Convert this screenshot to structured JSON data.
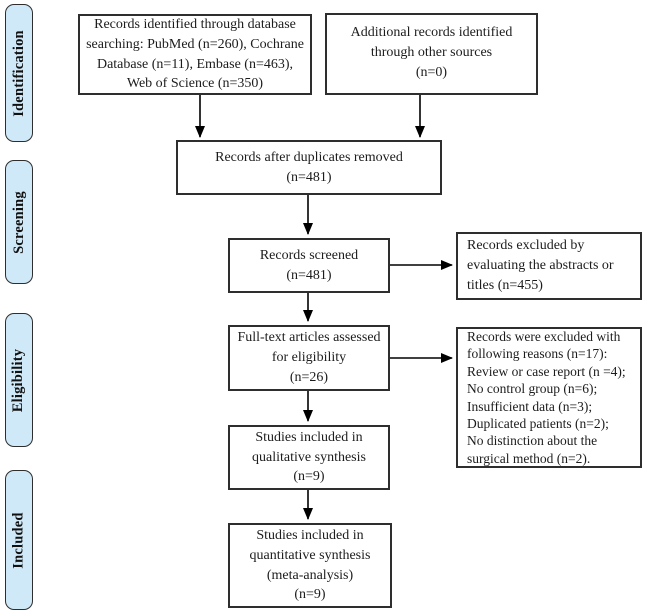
{
  "figure": {
    "type": "PRISMA flow diagram",
    "stages": [
      {
        "label": "Identification"
      },
      {
        "label": "Screening"
      },
      {
        "label": "Eligibility"
      },
      {
        "label": "Included"
      }
    ],
    "boxes": [
      {
        "id": "records-identified",
        "text": "Records identified through database\nsearching: PubMed (n=260), Cochrane\nDatabase (n=11), Embase (n=463),\nWeb of Science (n=350)"
      },
      {
        "id": "additional-records",
        "text": "Additional records identified\nthrough other sources\n(n=0)"
      },
      {
        "id": "after-duplicates",
        "text": "Records after duplicates removed\n(n=481)"
      },
      {
        "id": "records-screened",
        "text": "Records screened\n(n=481)"
      },
      {
        "id": "records-excluded-screening",
        "text": "Records excluded by\nevaluating the abstracts or\ntitles (n=455)"
      },
      {
        "id": "fulltext-assessed",
        "text": "Full-text articles assessed\nfor eligibility\n(n=26)"
      },
      {
        "id": "records-excluded-fulltext",
        "text": "Records were excluded with\nfollowing reasons (n=17):\nReview or case report (n =4);\nNo control group (n=6);\nInsufficient data (n=3);\nDuplicated patients (n=2);\nNo distinction about the\nsurgical method (n=2)."
      },
      {
        "id": "qualitative-synthesis",
        "text": "Studies included in\nqualitative synthesis\n(n=9)"
      },
      {
        "id": "quantitative-synthesis",
        "text": "Studies included in\nquantitative synthesis\n(meta-analysis)\n(n=9)"
      }
    ],
    "colors": {
      "stage_fill": "#cfe9f8",
      "stage_border": "#2e2e2e",
      "box_border": "#2e2e2e",
      "arrow": "#000000",
      "background": "#ffffff",
      "text": "#1c1c1c"
    }
  }
}
